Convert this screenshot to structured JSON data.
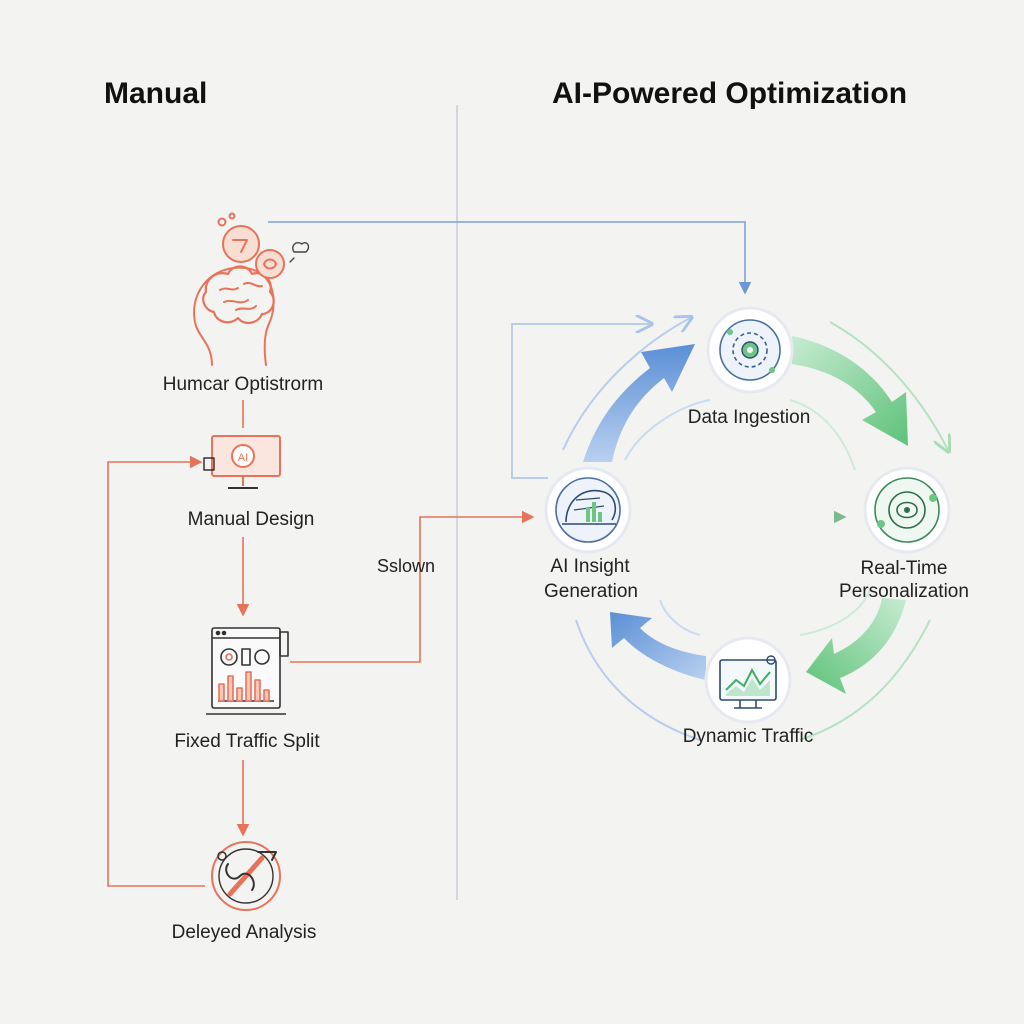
{
  "headings": {
    "manual": "Manual",
    "ai": "AI-Powered Optimization"
  },
  "manual_flow": {
    "step1": "Humcar Optistrorm",
    "step2": "Manual Design",
    "step3": "Fixed Traffic Split",
    "step4": "Deleyed Analysis",
    "connector_note": "Sslown"
  },
  "ai_flow": {
    "node_top": "Data Ingestion",
    "node_left_line1": "AI Insight",
    "node_left_line2": "Generation",
    "node_right_line1": "Real-Time",
    "node_right_line2": "Personalization",
    "node_bottom": "Dynamic Traffic"
  },
  "colors": {
    "manual_accent": "#e8735a",
    "ai_blue": "#5b8fd6",
    "ai_green": "#6cc784",
    "divider": "#c9ced6",
    "background": "#f3f3f2"
  },
  "icons": {
    "step1": "brain-head-icon",
    "step2": "monitor-ai-icon",
    "step3": "dashboard-bars-icon",
    "step4": "delayed-analysis-icon",
    "node_top": "data-ingestion-icon",
    "node_left": "ai-insight-icon",
    "node_right": "personalization-icon",
    "node_bottom": "traffic-chart-icon"
  }
}
